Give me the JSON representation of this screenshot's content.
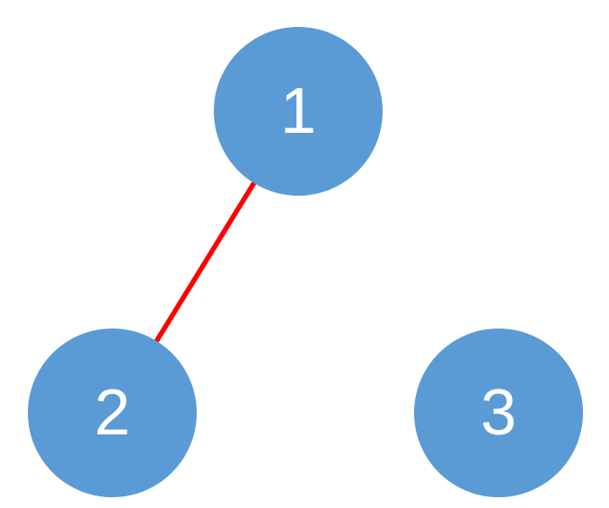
{
  "diagram": {
    "type": "graph",
    "background_color": "#ffffff",
    "node_fill_color": "#5b9bd5",
    "node_text_color": "#ffffff",
    "nodes": [
      {
        "id": "1",
        "label": "1"
      },
      {
        "id": "2",
        "label": "2"
      },
      {
        "id": "3",
        "label": "3"
      }
    ],
    "edges": [
      {
        "from": "1",
        "to": "2",
        "color": "#ff0000"
      }
    ]
  }
}
